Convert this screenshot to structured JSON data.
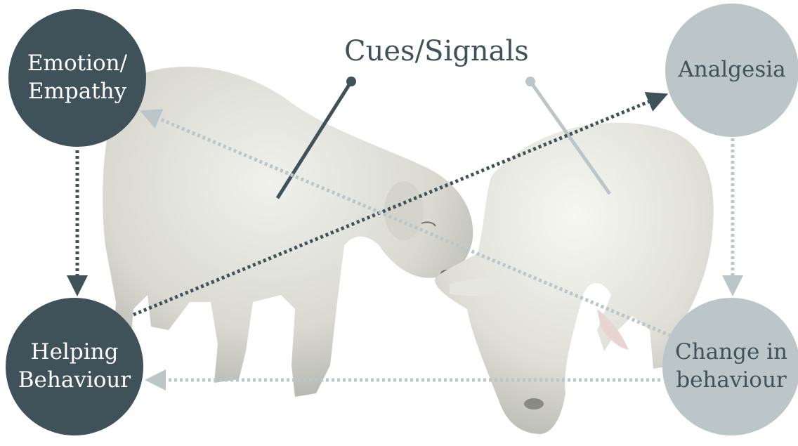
{
  "diagram": {
    "colors": {
      "dark": "#3f525a",
      "light": "#bcc6c9",
      "background": "#ffffff"
    },
    "nodes": {
      "emotion": {
        "lines": [
          "Emotion/",
          "Empathy"
        ],
        "style": "dark"
      },
      "analgesia": {
        "lines": [
          "Analgesia"
        ],
        "style": "light"
      },
      "helping": {
        "lines": [
          "Helping",
          "Behaviour"
        ],
        "style": "dark"
      },
      "change": {
        "lines": [
          "Change in",
          "behaviour"
        ],
        "style": "light"
      }
    },
    "center_label": "Cues/Signals",
    "image": {
      "subject": "two lambs touching noses"
    },
    "edges": [
      {
        "from": "emotion",
        "to": "helping",
        "style": "dark-dotted"
      },
      {
        "from": "helping",
        "to": "analgesia",
        "style": "dark-dotted"
      },
      {
        "from": "change",
        "to": "emotion",
        "style": "light-dotted"
      },
      {
        "from": "analgesia",
        "to": "change",
        "style": "light-dotted"
      },
      {
        "from": "change",
        "to": "helping",
        "style": "light-dotted"
      }
    ]
  }
}
